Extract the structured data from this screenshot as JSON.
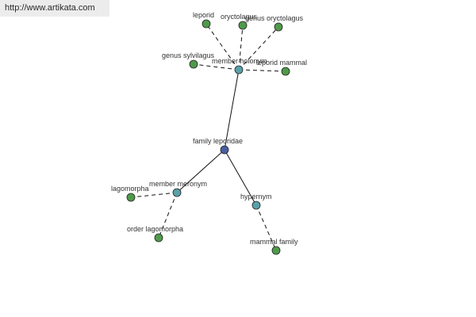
{
  "banner": {
    "url": "http://www.artikata.com"
  },
  "colors": {
    "root": "#4a5fa0",
    "relation": "#5aa0a8",
    "leaf": "#4f9a4a"
  },
  "nodes": [
    {
      "id": "root",
      "label": "family leporidae",
      "kind": "root"
    },
    {
      "id": "holonym",
      "label": "member holonym",
      "kind": "relation"
    },
    {
      "id": "meronym",
      "label": "member meronym",
      "kind": "relation"
    },
    {
      "id": "hypernym",
      "label": "hypernym",
      "kind": "relation"
    },
    {
      "id": "leporid",
      "label": "leporid",
      "kind": "leaf"
    },
    {
      "id": "oryctolagus",
      "label": "oryctolagus",
      "kind": "leaf"
    },
    {
      "id": "genus-oryctolagus",
      "label": "genus oryctolagus",
      "kind": "leaf"
    },
    {
      "id": "genus-sylvilagus",
      "label": "genus sylvilagus",
      "kind": "leaf"
    },
    {
      "id": "leporid-mammal",
      "label": "leporid mammal",
      "kind": "leaf"
    },
    {
      "id": "lagomorpha",
      "label": "lagomorpha",
      "kind": "leaf"
    },
    {
      "id": "order-lagomorpha",
      "label": "order lagomorpha",
      "kind": "leaf"
    },
    {
      "id": "mammal-family",
      "label": "mammal family",
      "kind": "leaf"
    }
  ],
  "edges": [
    {
      "from": "root",
      "to": "holonym",
      "style": "solid"
    },
    {
      "from": "root",
      "to": "meronym",
      "style": "solid"
    },
    {
      "from": "root",
      "to": "hypernym",
      "style": "solid"
    },
    {
      "from": "holonym",
      "to": "leporid",
      "style": "dashed"
    },
    {
      "from": "holonym",
      "to": "oryctolagus",
      "style": "dashed"
    },
    {
      "from": "holonym",
      "to": "genus-oryctolagus",
      "style": "dashed"
    },
    {
      "from": "holonym",
      "to": "genus-sylvilagus",
      "style": "dashed"
    },
    {
      "from": "holonym",
      "to": "leporid-mammal",
      "style": "dashed"
    },
    {
      "from": "meronym",
      "to": "lagomorpha",
      "style": "dashed"
    },
    {
      "from": "meronym",
      "to": "order-lagomorpha",
      "style": "dashed"
    },
    {
      "from": "hypernym",
      "to": "mammal-family",
      "style": "dashed"
    }
  ]
}
